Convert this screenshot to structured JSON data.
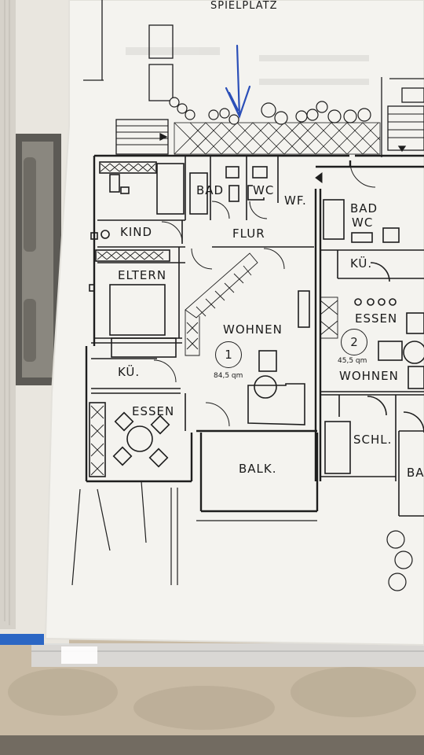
{
  "header": {
    "playground_label": "SPIELPLATZ"
  },
  "apartment_1": {
    "number": "1",
    "area": "84,5 qm",
    "rooms": {
      "bad": "BAD",
      "wc": "WC",
      "wf": "WF.",
      "kind": "KIND",
      "flur": "FLUR",
      "eltern": "ELTERN",
      "wohnen": "WOHNEN",
      "kueche": "KÜ.",
      "essen": "ESSEN",
      "balkon": "BALK."
    }
  },
  "apartment_2": {
    "number": "2",
    "area": "45,5 qm",
    "rooms": {
      "bad": "BAD",
      "wc": "WC",
      "kueche": "KÜ.",
      "essen": "ESSEN",
      "wohnen": "WOHNEN",
      "schlafen": "SCHL.",
      "balkon_partial": "BA"
    }
  },
  "annotation": {
    "pen_color": "#2b4fb8",
    "type": "hand-drawn arrow pointing down"
  },
  "colors": {
    "paper": "#f4f3ef",
    "ink": "#1e1e1e",
    "table": "#c7b9a3",
    "binder_ring": "#b8bcc2"
  }
}
